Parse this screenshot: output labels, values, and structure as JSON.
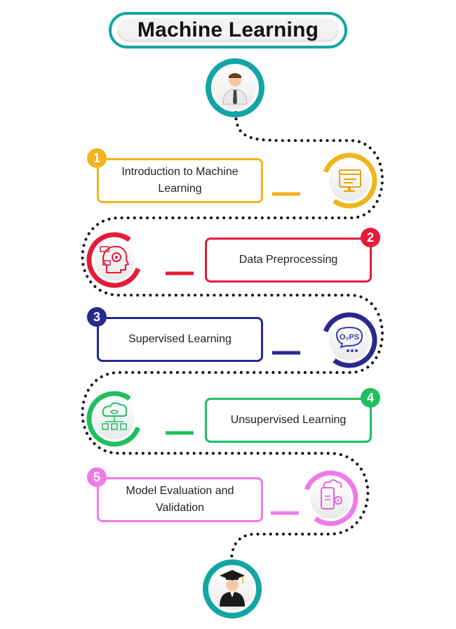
{
  "title": "Machine Learning",
  "steps": [
    {
      "number": "1",
      "label": "Introduction to Machine Learning",
      "color": "#f0b41c"
    },
    {
      "number": "2",
      "label": "Data Preprocessing",
      "color": "#e61b3a"
    },
    {
      "number": "3",
      "label": "Supervised Learning",
      "color": "#27298f"
    },
    {
      "number": "4",
      "label": "Unsupervised Learning",
      "color": "#1fbf5f"
    },
    {
      "number": "5",
      "label": "Model Evaluation and Validation",
      "color": "#ee7be8"
    }
  ],
  "icons": {
    "start": "student-avatar-icon",
    "step1": "code-window-icon",
    "step2": "brain-gear-icon",
    "step3": "ops-chat-icon",
    "step4": "cloud-database-icon",
    "step5": "mobile-cloud-gear-icon",
    "end": "graduate-avatar-icon"
  },
  "accent_teal": "#13a5a5"
}
